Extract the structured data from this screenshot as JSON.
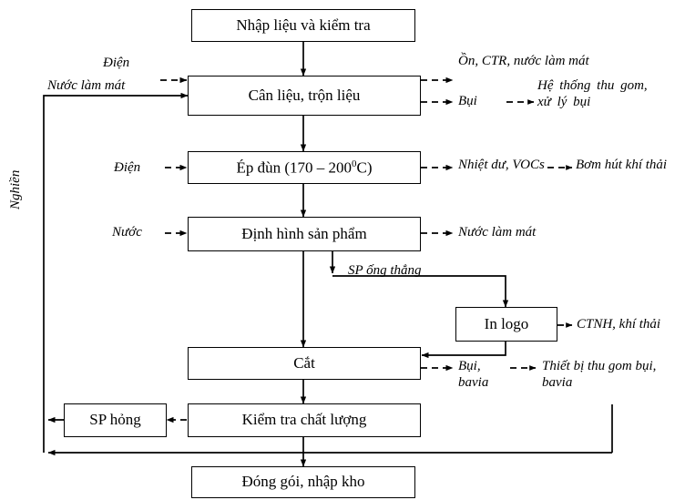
{
  "diagram": {
    "title": "Quy trinh san xuat ong nhua",
    "type": "process-flowchart",
    "line_color": "#000000",
    "box_fill": "#ffffff",
    "boxes": [
      {
        "id": "nhap-lieu",
        "label": "Nhập liệu và kiểm tra"
      },
      {
        "id": "can-lieu",
        "label": "Cân liệu, trộn liệu"
      },
      {
        "id": "ep-dun",
        "label": "Ép đùn (170 – 200",
        "sup": "0",
        "label_tail": "C)"
      },
      {
        "id": "dinh-hinh",
        "label": "Định hình sản phẩm"
      },
      {
        "id": "in-logo",
        "label": "In logo"
      },
      {
        "id": "cat",
        "label": "Cắt"
      },
      {
        "id": "kiem-tra",
        "label": "Kiểm tra chất lượng"
      },
      {
        "id": "sp-hong",
        "label": "SP hỏng"
      },
      {
        "id": "dong-goi",
        "label": "Đóng gói, nhập kho"
      }
    ],
    "input_labels": {
      "dien_top": "Điện",
      "nuoc_lam_mat_top": "Nước làm mát",
      "dien_epdun": "Điện",
      "nuoc_dinhhinh": "Nước",
      "nghien": "Nghiền"
    },
    "output_labels": {
      "on_ctr_nuoc": "Ồn, CTR, nước làm mát",
      "bui": "Bụi",
      "he_thong_thu_gom": "Hệ thống thu gom, xử lý bụi",
      "nhiet_du_vocs": "Nhiệt dư, VOCs",
      "bom_hut_khi_thai": "Bơm hút khí thải",
      "nuoc_lam_mat_out": "Nước làm mát",
      "ctnh_khi_thai": "CTNH, khí thải",
      "bui_bavia": "Bụi, bavia",
      "thiet_bi_thu_gom": "Thiết bị thu gom bụi, bavia"
    },
    "flow_labels": {
      "sp_ong_thang": "SP ống thẳng"
    }
  }
}
